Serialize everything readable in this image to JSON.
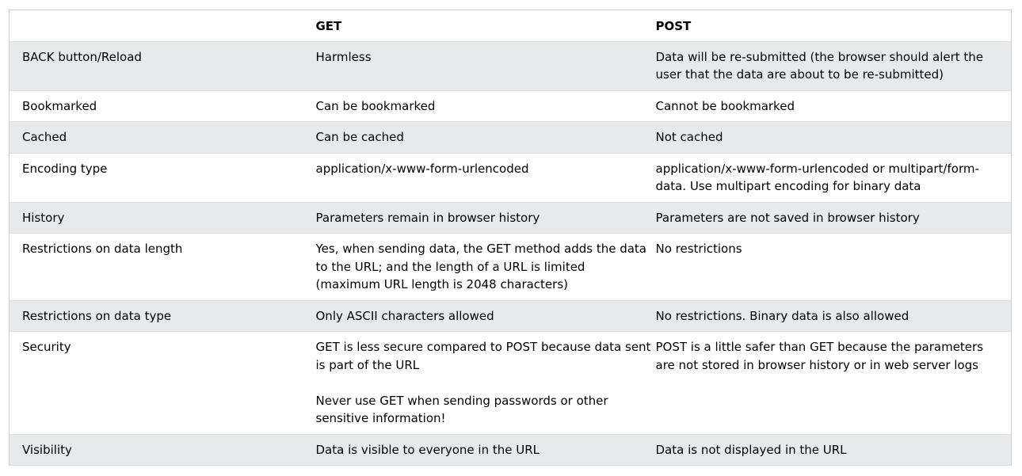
{
  "table": {
    "headers": [
      "",
      "GET",
      "POST"
    ],
    "rows": [
      {
        "label": "BACK button/Reload",
        "get": "Harmless",
        "post": "Data will be re-submitted (the browser should alert the user that the data are about to be re-submitted)"
      },
      {
        "label": "Bookmarked",
        "get": "Can be bookmarked",
        "post": "Cannot be bookmarked"
      },
      {
        "label": "Cached",
        "get": "Can be cached",
        "post": "Not cached"
      },
      {
        "label": "Encoding type",
        "get": "application/x-www-form-urlencoded",
        "post": "application/x-www-form-urlencoded or multipart/form-data. Use multipart encoding for binary data"
      },
      {
        "label": "History",
        "get": "Parameters remain in browser history",
        "post": "Parameters are not saved in browser history"
      },
      {
        "label": "Restrictions on data length",
        "get": "Yes, when sending data, the GET method adds the data to the URL; and the length of a URL is limited (maximum URL length is 2048 characters)",
        "post": "No restrictions"
      },
      {
        "label": "Restrictions on data type",
        "get": "Only ASCII characters allowed",
        "post": "No restrictions. Binary data is also allowed"
      },
      {
        "label": "Security",
        "get": "GET is less secure compared to POST because data sent is part of the URL",
        "get_note": "Never use GET when sending passwords or other sensitive information!",
        "post": "POST is a little safer than GET because the parameters are not stored in browser history or in web server logs"
      },
      {
        "label": "Visibility",
        "get": "Data is visible to everyone in the URL",
        "post": "Data is not displayed in the URL"
      }
    ]
  }
}
